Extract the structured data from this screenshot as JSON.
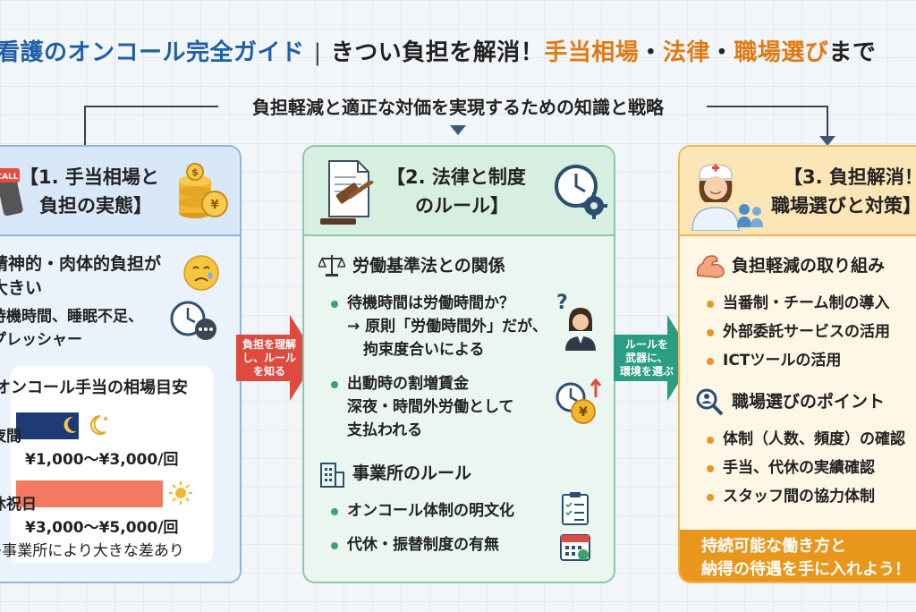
{
  "title": {
    "part1": "看護のオンコール完全ガイド",
    "separator": "|",
    "part2": "きつい負担を解消！",
    "part3": "手当相場",
    "dot1": "・",
    "part4": "法律",
    "dot2": "・",
    "part5": "職場選び",
    "part6": "まで"
  },
  "subtitle": "負担軽減と適正な対価を実現するための知識と戦略",
  "panel1": {
    "heading_line1": "【1. 手当相場と",
    "heading_line2": "負担の実態】",
    "burden_line1": "精神的・肉体的負担が",
    "burden_line2": "大きい",
    "detail_line1": "待機時間、睡眠不足、",
    "detail_line2": "プレッシャー",
    "card_title": "オンコール手当の相場目安",
    "night_label": "夜間",
    "night_range": "¥1,000〜¥3,000/回",
    "holiday_label": "休祝日",
    "holiday_range": "¥3,000〜¥5,000/回",
    "note": "※事業所により大きな差あり",
    "phone_badge": "CALL"
  },
  "arrow1": {
    "text": "負担を理解\nし、ルール\nを知る"
  },
  "panel2": {
    "heading_line1": "【2. 法律と制度",
    "heading_line2": "のルール】",
    "section1": "労働基準法との関係",
    "item1_line1": "待機時間は労働時間か？",
    "item1_line2": "→ 原則「労働時間外」だが、",
    "item1_line3": "拘束度合いによる",
    "item2_line1": "出動時の割増賃金",
    "item2_line2": "深夜・時間外労働として",
    "item2_line3": "支払われる",
    "section2": "事業所のルール",
    "item3": "オンコール体制の明文化",
    "item4": "代休・振替制度の有無",
    "question_mark": "?"
  },
  "arrow2": {
    "text": "ルールを\n武器に、\n環境を選ぶ"
  },
  "panel3": {
    "heading_line1": "【3. 負担解消！",
    "heading_line2": "職場選びと対策】",
    "section1": "負担軽減の取り組み",
    "item1": "当番制・チーム制の導入",
    "item2": "外部委託サービスの活用",
    "item3": "ICTツールの活用",
    "section2": "職場選びのポイント",
    "item4": "体制（人数、頻度）の確認",
    "item5": "手当、代休の実績確認",
    "item6": "スタッフ間の協力体制",
    "footer": "持続可能な働き方と\n納得の待遇を手に入れよう！"
  },
  "colors": {
    "title_blue": "#1f5fa8",
    "title_orange": "#e07a12",
    "night_bar": "#1e3b78",
    "holiday_bar": "#f27a62",
    "arrow_red": "#df4a3f",
    "arrow_teal": "#2a9d84",
    "footer_orange": "#e8961c"
  },
  "icons": [
    "coins-icon",
    "phone-icon",
    "sad-face-icon",
    "clock-icon",
    "moon-icon",
    "sun-icon",
    "document-icon",
    "gavel-icon",
    "gear-clock-icon",
    "scales-icon",
    "woman-icon",
    "yen-clock-icon",
    "building-icon",
    "checklist-icon",
    "calendar-icon",
    "nurse-icon",
    "muscle-icon",
    "magnifier-icon"
  ]
}
